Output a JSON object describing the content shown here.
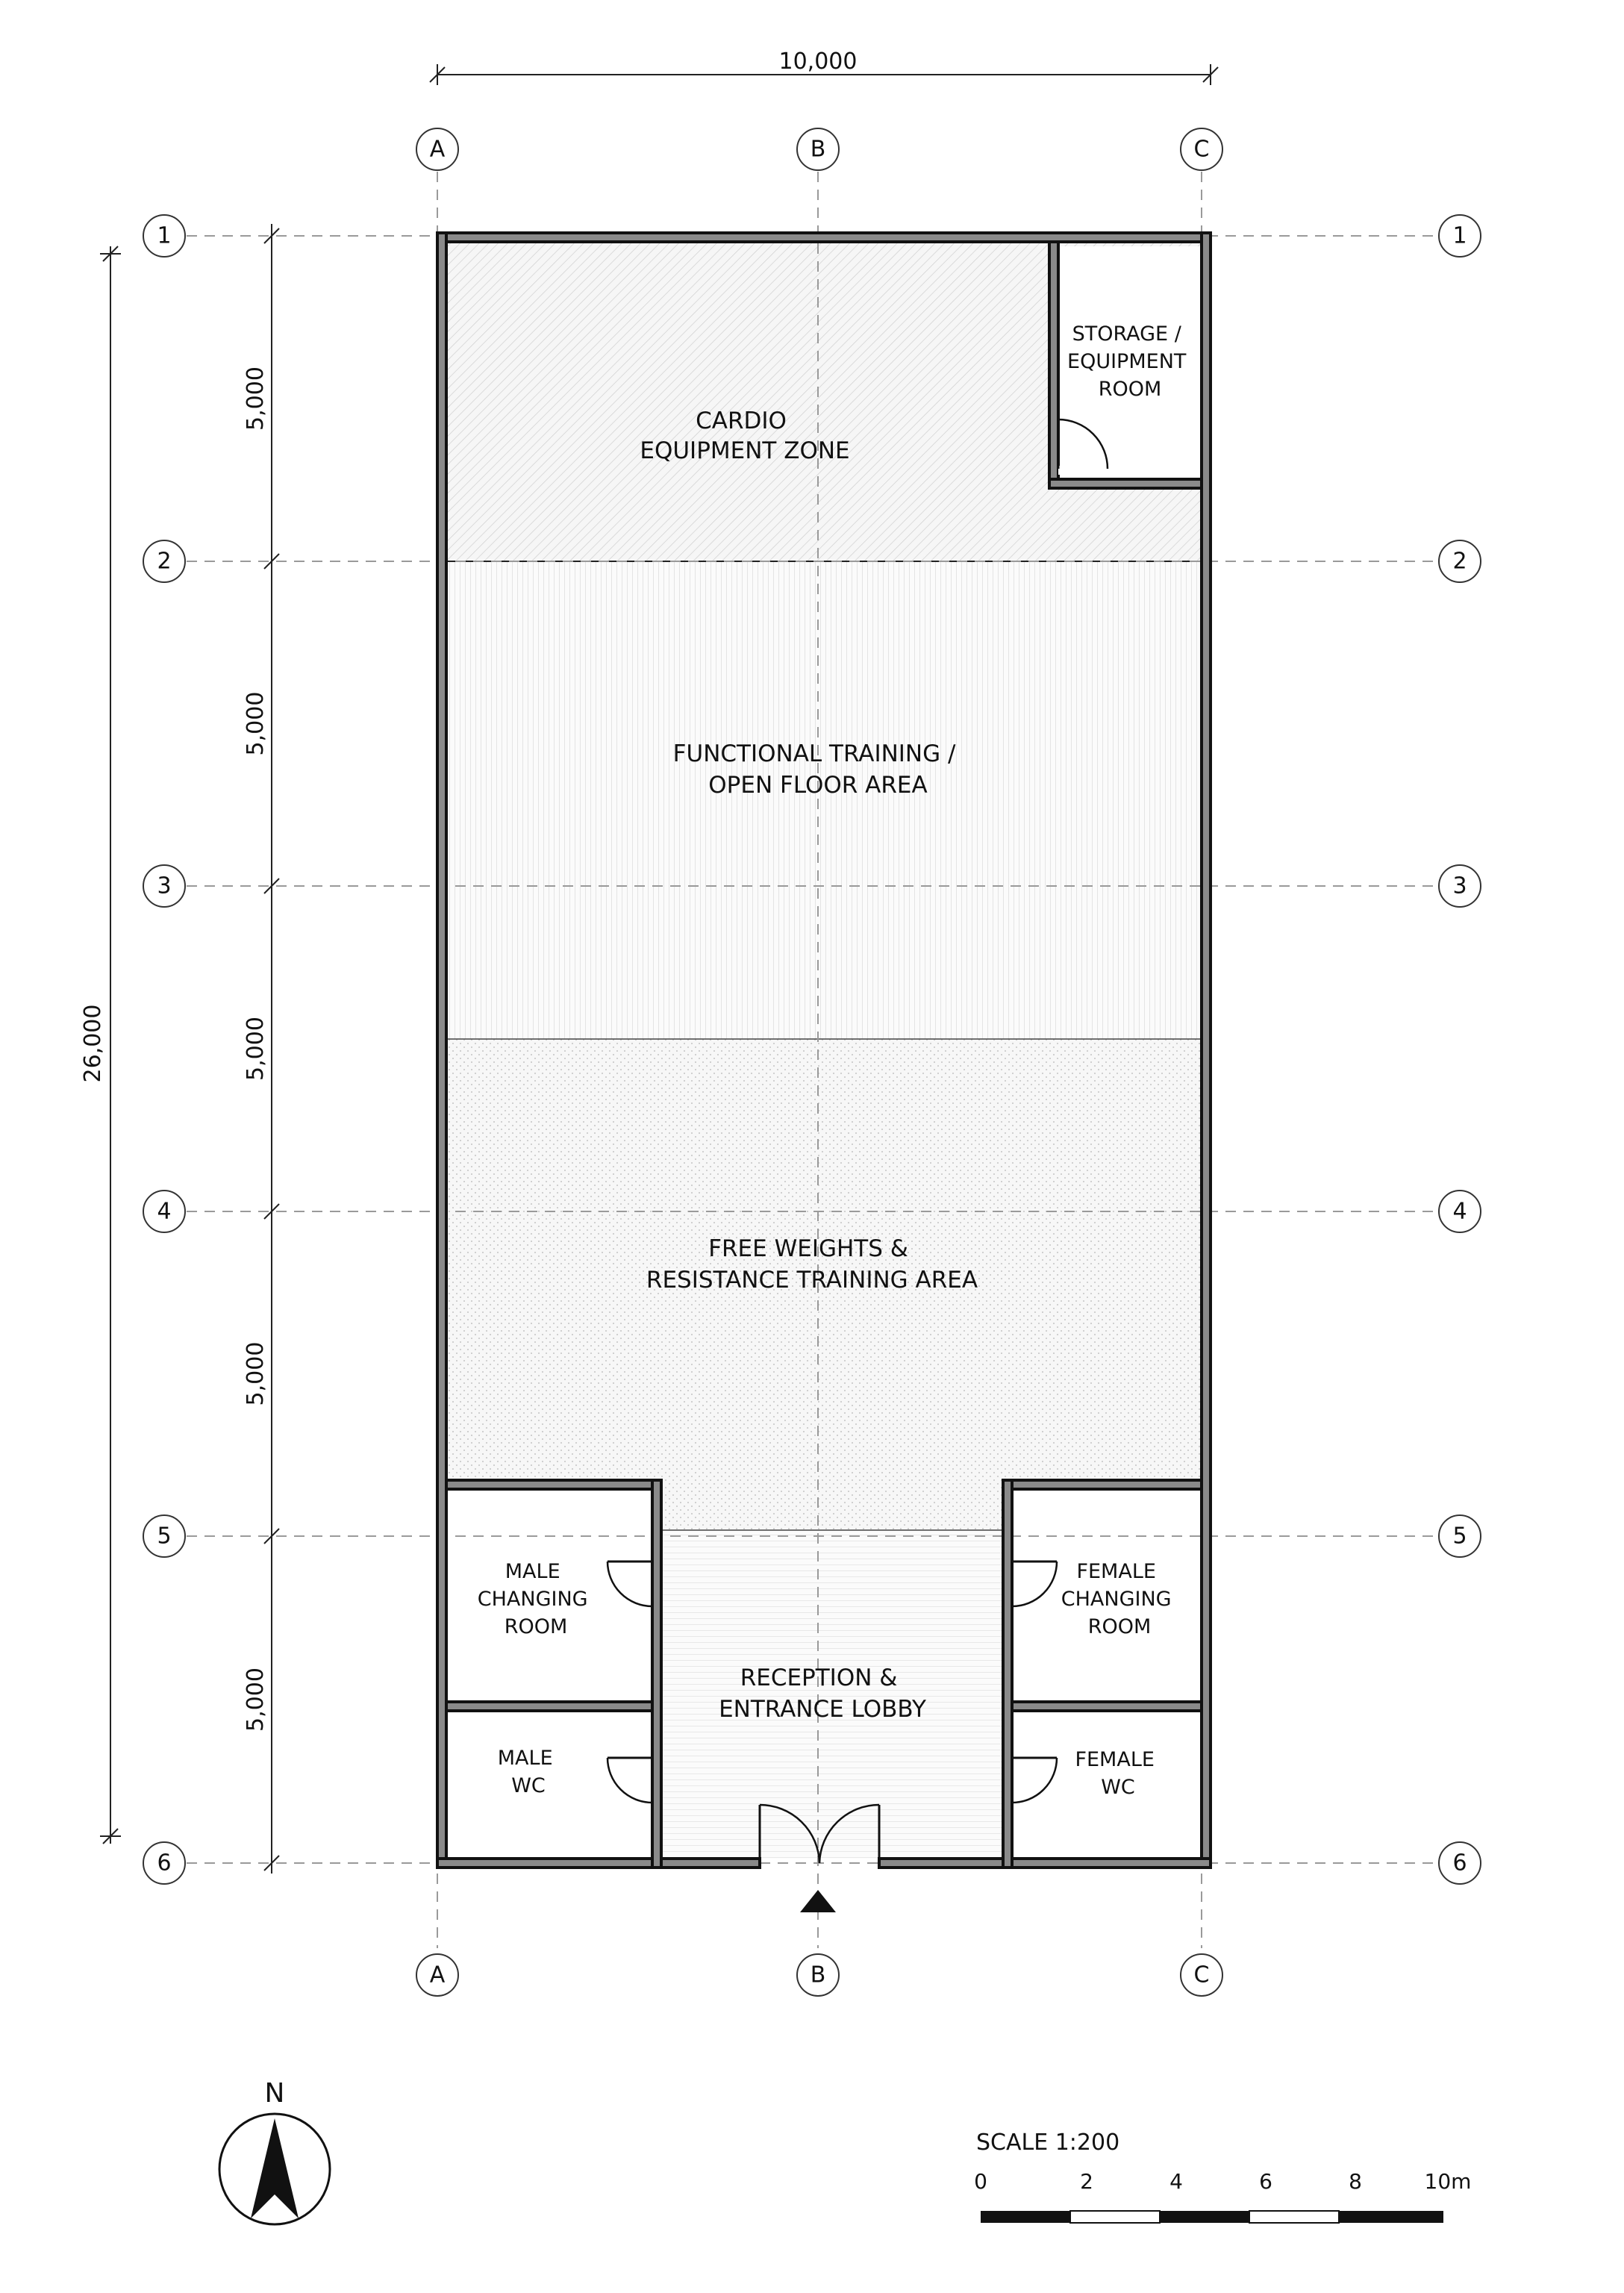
{
  "overall_width_dim": "10,000",
  "overall_height_dim": "26,000",
  "bay_dims": [
    "5,000",
    "5,000",
    "5,000",
    "5,000",
    "5,000"
  ],
  "grid_cols": [
    "A",
    "B",
    "C"
  ],
  "grid_rows": [
    "1",
    "2",
    "3",
    "4",
    "5",
    "6"
  ],
  "rooms": {
    "cardio": [
      "CARDIO",
      "EQUIPMENT ZONE"
    ],
    "storage": [
      "STORAGE /",
      "EQUIPMENT",
      "ROOM"
    ],
    "functional": [
      "FUNCTIONAL TRAINING /",
      "OPEN FLOOR AREA"
    ],
    "free_weights": [
      "FREE WEIGHTS &",
      "RESISTANCE TRAINING AREA"
    ],
    "male_changing": [
      "MALE",
      "CHANGING",
      "ROOM"
    ],
    "female_changing": [
      "FEMALE",
      "CHANGING",
      "ROOM"
    ],
    "reception": [
      "RECEPTION &",
      "ENTRANCE LOBBY"
    ],
    "male_wc": [
      "MALE",
      "WC"
    ],
    "female_wc": [
      "FEMALE",
      "WC"
    ]
  },
  "north_label": "N",
  "scale": {
    "label": "SCALE 1:200",
    "ticks": [
      "0",
      "2",
      "4",
      "6",
      "8",
      "10m"
    ]
  }
}
